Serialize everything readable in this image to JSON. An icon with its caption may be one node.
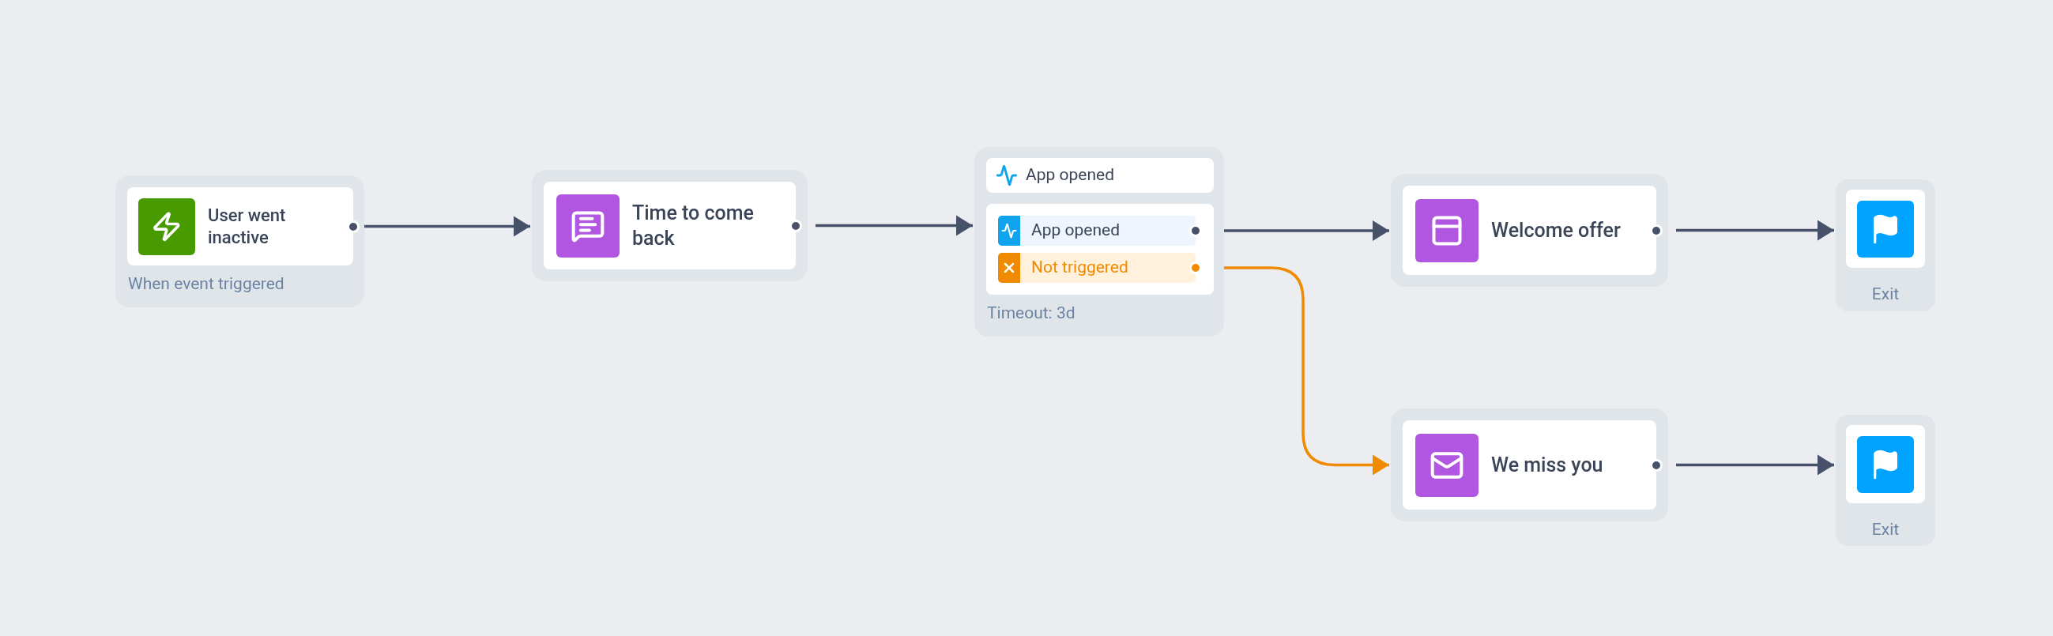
{
  "diagram": {
    "nodes": [
      {
        "text": [
          "When event triggered"
        ]
      },
      {
        "text": [
          "User went inactive"
        ],
        "in": 0
      },
      {
        "text": [
          "Time to come back"
        ]
      },
      {
        "text": [
          "Timeout: 3d"
        ]
      },
      {
        "text": [
          "App opened"
        ],
        "in": 3
      },
      {
        "text": [],
        "shape": "box",
        "in": 3
      },
      {
        "text": [
          "App opened"
        ],
        "in": 5
      },
      {
        "text": [
          "Not triggered"
        ],
        "in": 5
      },
      {
        "text": [
          "Welcome offer"
        ]
      },
      {
        "text": [
          "We miss you"
        ]
      },
      {
        "text": [
          "Exit"
        ]
      },
      {
        "text": [
          "Exit"
        ]
      }
    ],
    "edges": [
      {
        "from": 1,
        "to": 2,
        "arrow": "to"
      },
      {
        "from": 2,
        "to": 3,
        "arrow": "to"
      },
      {
        "from": 6,
        "to": 8,
        "arrow": "to"
      },
      {
        "from": 7,
        "to": 9,
        "arrow": "to",
        "color": "#f08a00"
      },
      {
        "from": 8,
        "to": 10,
        "arrow": "to"
      },
      {
        "from": 9,
        "to": 11,
        "arrow": "to"
      }
    ]
  }
}
